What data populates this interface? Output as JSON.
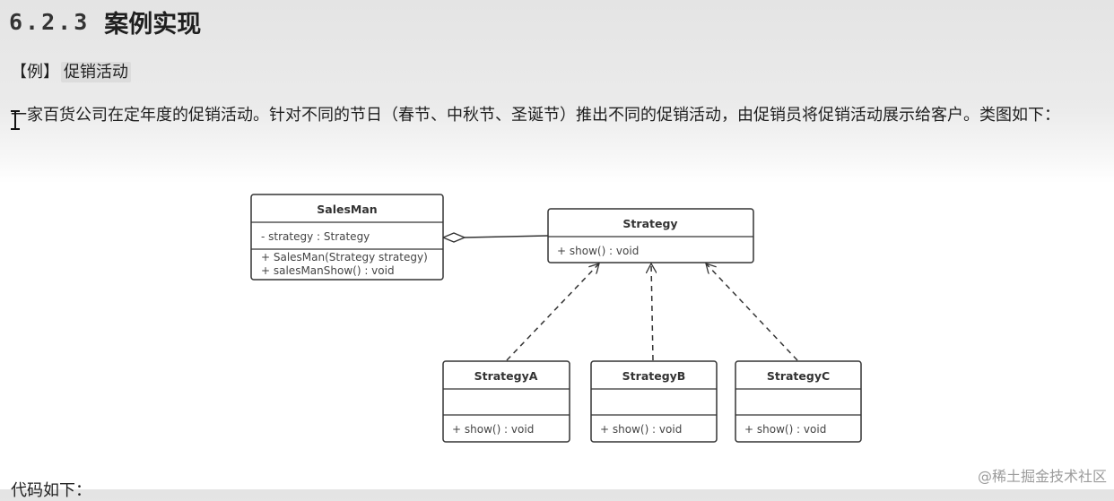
{
  "header": {
    "section_number": "6.2.3",
    "section_title": "案例实现"
  },
  "example": {
    "bracket": "【例】",
    "label": "促销活动"
  },
  "paragraph": "一家百货公司在定年度的促销活动。针对不同的节日（春节、中秋节、圣诞节）推出不同的促销活动，由促销员将促销活动展示给客户。类图如下：",
  "diagram": {
    "salesman": {
      "name": "SalesMan",
      "attribute": "- strategy : Strategy",
      "op1": "+ SalesMan(Strategy strategy)",
      "op2": "+ salesManShow() : void"
    },
    "strategy": {
      "name": "Strategy",
      "op1": "+ show() : void"
    },
    "strategy_a": {
      "name": "StrategyA",
      "op1": "+ show() : void"
    },
    "strategy_b": {
      "name": "StrategyB",
      "op1": "+ show() : void"
    },
    "strategy_c": {
      "name": "StrategyC",
      "op1": "+ show() : void"
    }
  },
  "footer_text": "代码如下：",
  "watermark": "@稀土掘金技术社区"
}
